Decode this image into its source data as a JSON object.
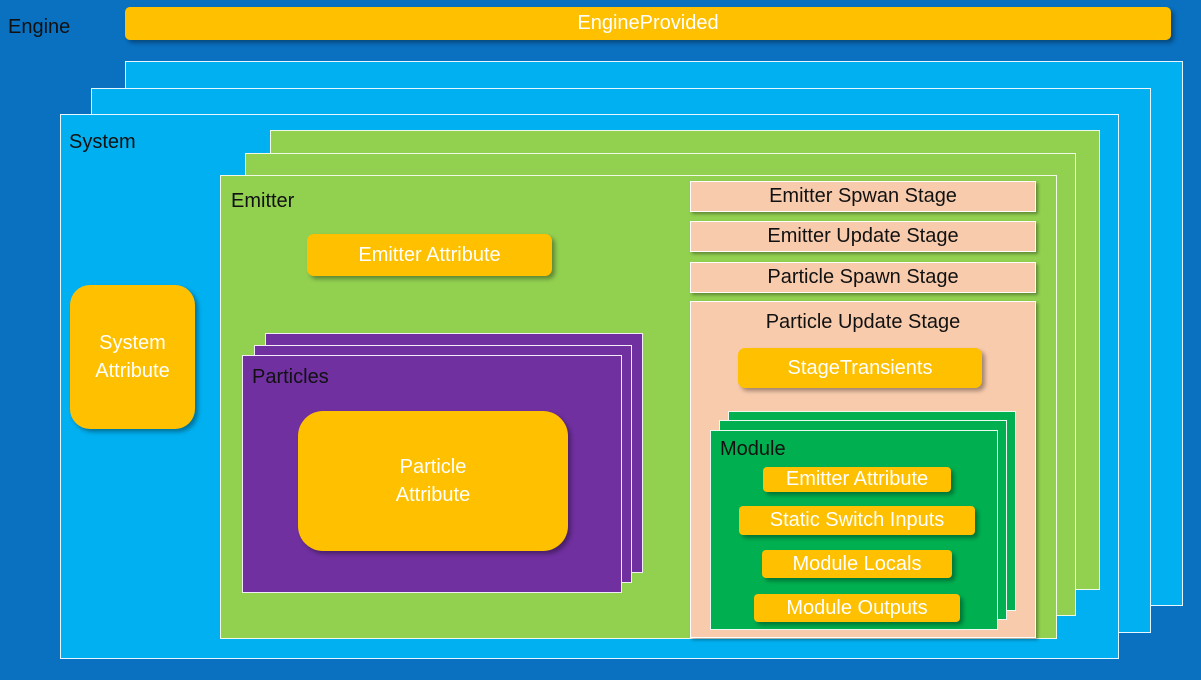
{
  "engine": {
    "label": "Engine",
    "provided": "EngineProvided"
  },
  "system": {
    "label": "System",
    "attribute_line1": "System",
    "attribute_line2": "Attribute"
  },
  "emitter": {
    "label": "Emitter",
    "attribute": "Emitter Attribute"
  },
  "particles": {
    "label": "Particles",
    "attribute_line1": "Particle",
    "attribute_line2": "Attribute"
  },
  "stages": {
    "emitter_spawn": "Emitter Spwan Stage",
    "emitter_update": "Emitter Update Stage",
    "particle_spawn": "Particle Spawn Stage",
    "particle_update": "Particle Update Stage",
    "stage_transients": "StageTransients"
  },
  "module": {
    "label": "Module",
    "items": [
      "Emitter Attribute",
      "Static Switch Inputs",
      "Module Locals",
      "Module Outputs"
    ]
  },
  "colors": {
    "engine_bg": "#0a70c0",
    "system": "#00b0f0",
    "emitter": "#92d050",
    "particles": "#7030a0",
    "stage": "#f8cbad",
    "module": "#00b050",
    "attribute": "#ffc000"
  }
}
